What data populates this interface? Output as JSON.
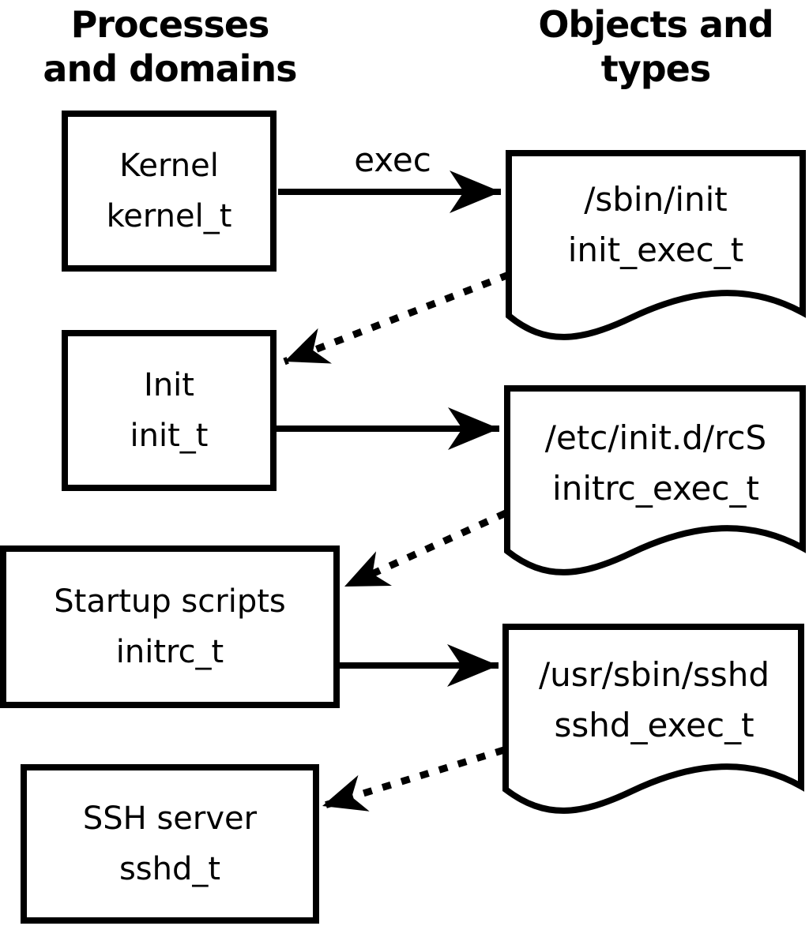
{
  "diagram": {
    "headers": {
      "left_line1": "Processes",
      "left_line2": "and domains",
      "right_line1": "Objects and",
      "right_line2": "types"
    },
    "processes": [
      {
        "name": "Kernel",
        "type": "kernel_t"
      },
      {
        "name": "Init",
        "type": "init_t"
      },
      {
        "name": "Startup scripts",
        "type": "initrc_t"
      },
      {
        "name": "SSH server",
        "type": "sshd_t"
      }
    ],
    "objects": [
      {
        "path": "/sbin/init",
        "type": "init_exec_t"
      },
      {
        "path": "/etc/init.d/rcS",
        "type": "initrc_exec_t"
      },
      {
        "path": "/usr/sbin/sshd",
        "type": "sshd_exec_t"
      }
    ],
    "arrow_labels": {
      "exec": "exec"
    },
    "colors": {
      "foreground": "#000000",
      "background": "#ffffff"
    }
  }
}
